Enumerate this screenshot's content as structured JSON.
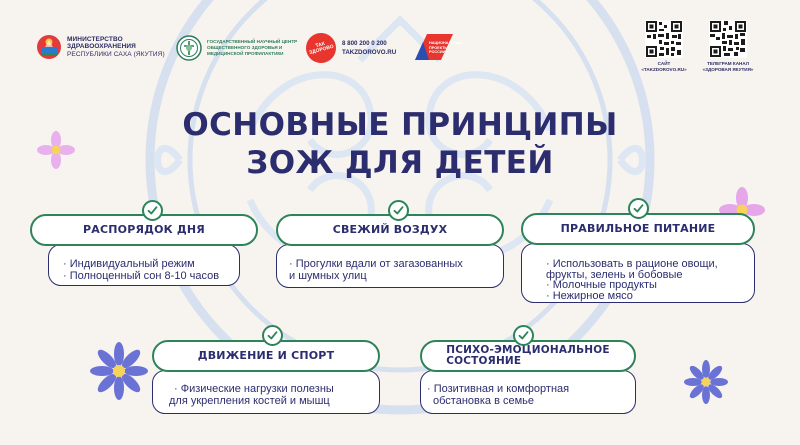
{
  "header": {
    "ministry_logo": {
      "lines": [
        "МИНИСТЕРСТВО",
        "ЗДРАВООХРАНЕНИЯ",
        "РЕСПУБЛИКИ САХА (ЯКУТИЯ)"
      ]
    },
    "center_logo": {
      "text": "ГОСУДАРСТВЕННЫЙ НАУЧНЫЙ ЦЕНТР ОБЩЕСТВЕННОГО ЗДОРОВЬЯ И МЕДИЦИНСКОЙ ПРОФИЛАКТИКИ"
    },
    "takzdorovo": {
      "badge": "ТАК ЗДОРОВО",
      "phone": "8 800 200 0 200",
      "site": "TAKZDOROVO.RU"
    },
    "national_project": {
      "label": "НАЦИОНАЛЬНЫЕ ПРОЕКТЫ РОССИИ"
    },
    "qr": [
      {
        "caption_line1": "САЙТ",
        "caption_line2": "«TAKZDOROVO.RU»"
      },
      {
        "caption_line1": "ТЕЛЕГРАМ КАНАЛ",
        "caption_line2": "«ЗДОРОВАЯ ЯКУТИЯ»"
      }
    ]
  },
  "title": {
    "line1": "ОСНОВНЫЕ ПРИНЦИПЫ",
    "line2": "ЗОЖ ДЛЯ ДЕТЕЙ"
  },
  "cards": [
    {
      "heading": "РАСПОРЯДОК ДНЯ",
      "items": [
        "Индивидуальный режим",
        "Полноценный сон 8-10 часов"
      ]
    },
    {
      "heading": "СВЕЖИЙ ВОЗДУХ",
      "items": [
        "Прогулки вдали от загазованных",
        "и шумных улиц"
      ]
    },
    {
      "heading": "ПРАВИЛЬНОЕ ПИТАНИЕ",
      "items": [
        "Использовать в рационе овощи,",
        "фрукты, зелень и бобовые",
        "Молочные продукты",
        "Нежирное мясо"
      ]
    },
    {
      "heading": "ДВИЖЕНИЕ И СПОРТ",
      "items": [
        "Физические нагрузки полезны",
        "для укрепления костей и мышц"
      ]
    },
    {
      "heading_line1": "ПСИХО-ЭМОЦИОНАЛЬНОЕ",
      "heading_line2": "СОСТОЯНИЕ",
      "items": [
        "Позитивная и комфортная",
        "обстановка в семье"
      ]
    }
  ],
  "colors": {
    "navy": "#2b2d6e",
    "green": "#2d8458",
    "background": "#f7f3ee",
    "ornament": "#cfdcef",
    "flower_pink": "#e6a6ea",
    "flower_blue": "#6b72d6"
  }
}
